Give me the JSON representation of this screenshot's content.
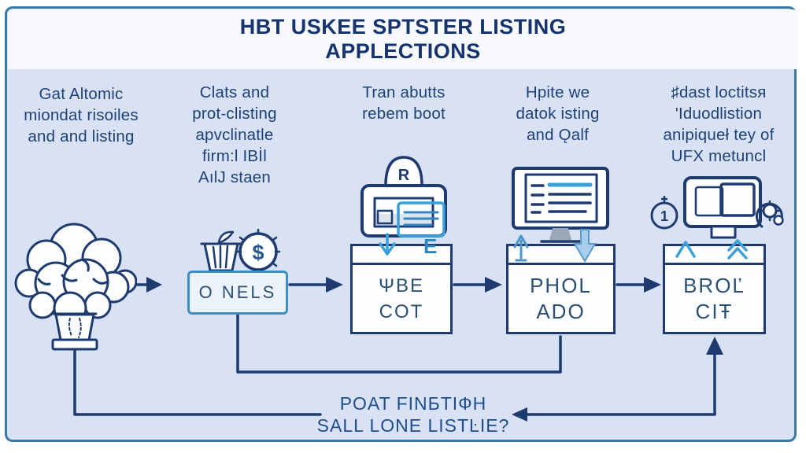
{
  "title": {
    "line1": "HBT USKEE SPTSTER LISTING",
    "line2": "APPLECTIONS"
  },
  "columns": [
    {
      "lines": [
        "Gat Altomic",
        "miondat risoiles",
        "and and listing"
      ]
    },
    {
      "lines": [
        "Clats and",
        "prot-clisting",
        "apvclinatle",
        "firm:l IBİl",
        "AılJ staen"
      ]
    },
    {
      "lines": [
        "Tran abutts",
        "rebem boot"
      ]
    },
    {
      "lines": [
        "Hpite we",
        "datok isting",
        "and Ǫalf"
      ]
    },
    {
      "lines": [
        "♯dast loctitsя",
        "'Iduodlistion",
        "anipiqueł tey of",
        "UFX metuncl"
      ]
    }
  ],
  "flow": {
    "step2": {
      "label": "O NELS"
    },
    "step3": {
      "line1": "ΨBE",
      "line2": "COT"
    },
    "step4": {
      "line1": "PHOL",
      "line2": "ADO"
    },
    "step5": {
      "line1": "BROĽ",
      "line2": "CIŦ"
    }
  },
  "bottom_note": {
    "line1": "POAT FINБTIФH",
    "line2": "SALL LONE LISTĿIE?"
  },
  "icons": {
    "coin_symbol": "$",
    "bell_letter": "R",
    "box3_header_letter": "E",
    "badge_left_symbol": "1",
    "names": [
      "cloud-tree-pot-icon",
      "basket-dollar-coin-icon",
      "bell-window-card-icon",
      "monitor-list-icon",
      "dual-screen-sync-icon",
      "down-arrow-icon",
      "curved-up-arrow-icon",
      "filled-down-arrow-icon",
      "chevron-up-icon",
      "double-chevron-up-icon",
      "flow-arrow-icon",
      "feedback-arrow-icon"
    ]
  },
  "colors": {
    "frame": "#3a7ba6",
    "header_bg": "#f7f9fc",
    "body_bg": "#d8e2f4",
    "title": "#16336e",
    "column_text": "#1d4178",
    "navy": "#1e3a6e",
    "cyan": "#3b9fd8",
    "cyan_dark": "#2f86c0",
    "box2_border": "#3b8fc4",
    "box2_bg": "#edf3fb",
    "box_bg": "#fdfeff",
    "box_label": "#2e4f74",
    "bottom_text": "#1d4d8f",
    "gray_fill": "#9aa7b8",
    "light_fill": "#c6d2e2",
    "light_blue_fill": "#a8cdec"
  }
}
